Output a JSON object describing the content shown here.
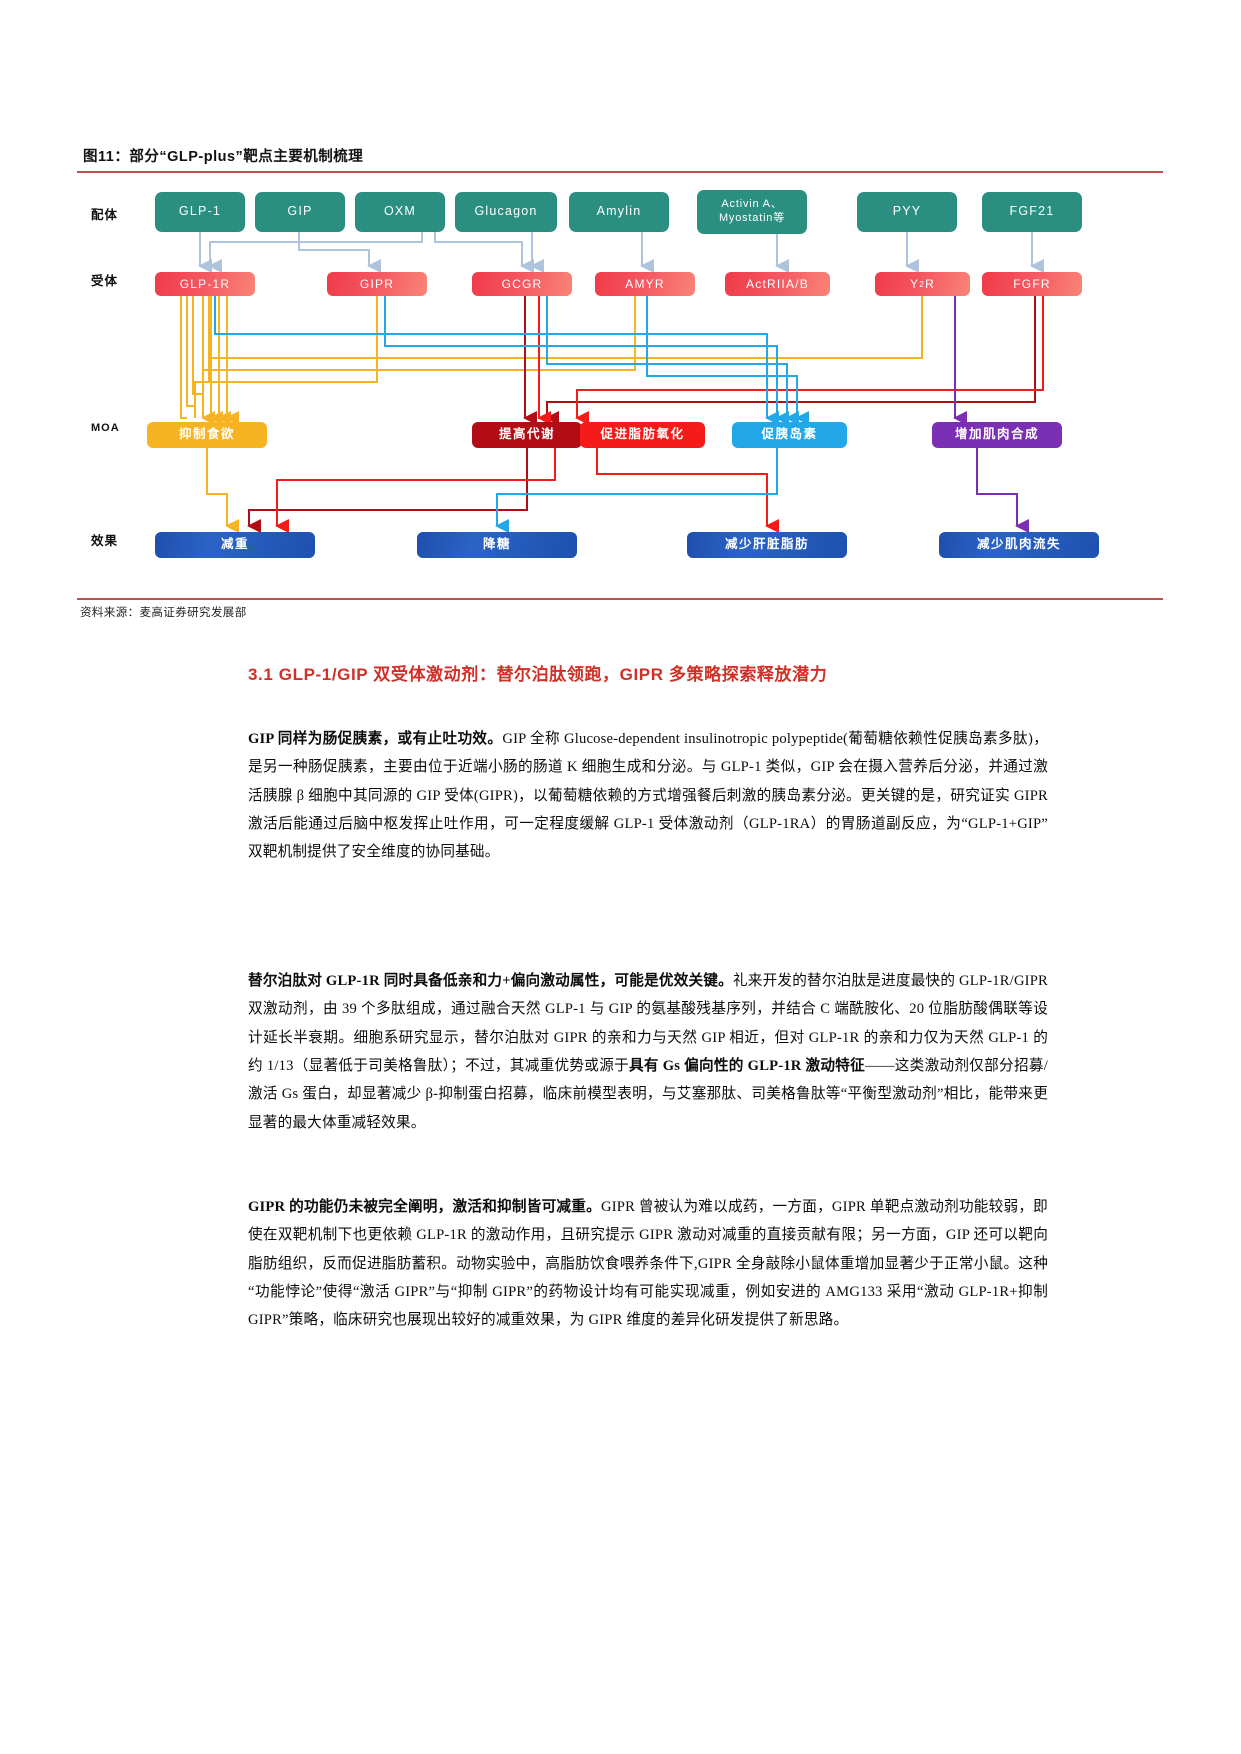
{
  "figure": {
    "title": "图11：部分“GLP-plus”靶点主要机制梳理",
    "source": "资料来源：麦高证券研究发展部",
    "row_labels": {
      "ligand": "配体",
      "receptor": "受体",
      "moa": "MOA",
      "effect": "效果"
    },
    "ligands": [
      {
        "id": "glp1",
        "label": "GLP-1"
      },
      {
        "id": "gip",
        "label": "GIP"
      },
      {
        "id": "oxm",
        "label": "OXM"
      },
      {
        "id": "glucagon",
        "label": "Glucagon"
      },
      {
        "id": "amylin",
        "label": "Amylin"
      },
      {
        "id": "activin",
        "label": "Activin A、",
        "label2": "Myostatin等"
      },
      {
        "id": "pyy",
        "label": "PYY"
      },
      {
        "id": "fgf21",
        "label": "FGF21"
      }
    ],
    "receptors": [
      {
        "id": "glp1r",
        "label": "GLP-1R"
      },
      {
        "id": "gipr",
        "label": "GIPR"
      },
      {
        "id": "gccr",
        "label": "GCGR"
      },
      {
        "id": "amyr",
        "label": "AMYR"
      },
      {
        "id": "actriiab",
        "label": "ActRIIA/B"
      },
      {
        "id": "y2r",
        "label": "Y",
        "sub": "2",
        "label_tail": "R"
      },
      {
        "id": "fgfr",
        "label": "FGFR"
      }
    ],
    "moa": [
      {
        "id": "appetite",
        "label": "抑制食欲",
        "color": "#f7b422"
      },
      {
        "id": "metabolism",
        "label": "提高代谢",
        "color": "#b20d15"
      },
      {
        "id": "fat_oxidation",
        "label": "促进脂肪氧化",
        "color": "#f41b18"
      },
      {
        "id": "insulin",
        "label": "促胰岛素",
        "color": "#22a8e8"
      },
      {
        "id": "muscle",
        "label": "增加肌肉合成",
        "color": "#7b2fb5"
      }
    ],
    "effects": [
      {
        "id": "weight",
        "label": "减重"
      },
      {
        "id": "glucose",
        "label": "降糖"
      },
      {
        "id": "liver_fat",
        "label": "减少肝脏脂肪"
      },
      {
        "id": "muscle_loss",
        "label": "减少肌肉流失"
      }
    ],
    "colors": {
      "ligand_fill": "#2a8f80",
      "receptor_fill": "#f4555f",
      "effect_fill": "#2255b8",
      "ligand_arrow": "#aec4dd",
      "rule": "#c0504d",
      "heading": "#d03027"
    }
  },
  "section": {
    "heading": "3.1 GLP-1/GIP 双受体激动剂：替尔泊肽领跑，GIPR 多策略探索释放潜力",
    "paragraphs": [
      {
        "id": "p1",
        "lead": "GIP 同样为肠促胰素，或有止吐功效。",
        "body": "GIP 全称 Glucose-dependent insulinotropic polypeptide(葡萄糖依赖性促胰岛素多肽)，是另一种肠促胰素，主要由位于近端小肠的肠道 K 细胞生成和分泌。与 GLP-1 类似，GIP 会在摄入营养后分泌，并通过激活胰腺 β 细胞中其同源的 GIP 受体(GIPR)，以葡萄糖依赖的方式增强餐后刺激的胰岛素分泌。更关键的是，研究证实 GIPR 激活后能通过后脑中枢发挥止吐作用，可一定程度缓解 GLP-1 受体激动剂（GLP-1RA）的胃肠道副反应，为“GLP-1+GIP”双靶机制提供了安全维度的协同基础。"
      },
      {
        "id": "p2",
        "lead": "替尔泊肽对 GLP-1R 同时具备低亲和力+偏向激动属性，可能是优效关键。",
        "body": "礼来开发的替尔泊肽是进度最快的 GLP-1R/GIPR 双激动剂，由 39 个多肽组成，通过融合天然 GLP-1 与 GIP 的氨基酸残基序列，并结合 C 端酰胺化、20 位脂肪酸偶联等设计延长半衰期。细胞系研究显示，替尔泊肽对 GIPR 的亲和力与天然 GIP 相近，但对 GLP-1R 的亲和力仅为天然 GLP-1 的约 1/13（显著低于司美格鲁肽）；不过，其减重优势或源于",
        "bold_tail": "具有 Gs 偏向性的 GLP-1R 激动特征",
        "tail": "——这类激动剂仅部分招募/激活 Gs 蛋白，却显著减少 β-抑制蛋白招募，临床前模型表明，与艾塞那肽、司美格鲁肽等“平衡型激动剂”相比，能带来更显著的最大体重减轻效果。"
      },
      {
        "id": "p3",
        "lead": "GIPR 的功能仍未被完全阐明，激活和抑制皆可减重。",
        "body": "GIPR 曾被认为难以成药，一方面，GIPR 单靶点激动剂功能较弱，即使在双靶机制下也更依赖 GLP-1R 的激动作用，且研究提示 GIPR 激动对减重的直接贡献有限；另一方面，GIP 还可以靶向脂肪组织，反而促进脂肪蓄积。动物实验中，高脂肪饮食喂养条件下,GIPR 全身敲除小鼠体重增加显著少于正常小鼠。这种“功能悖论”使得“激活 GIPR”与“抑制 GIPR”的药物设计均有可能实现减重，例如安进的 AMG133 采用“激动 GLP-1R+抑制 GIPR”策略，临床研究也展现出较好的减重效果，为 GIPR 维度的差异化研发提供了新思路。"
      }
    ]
  }
}
